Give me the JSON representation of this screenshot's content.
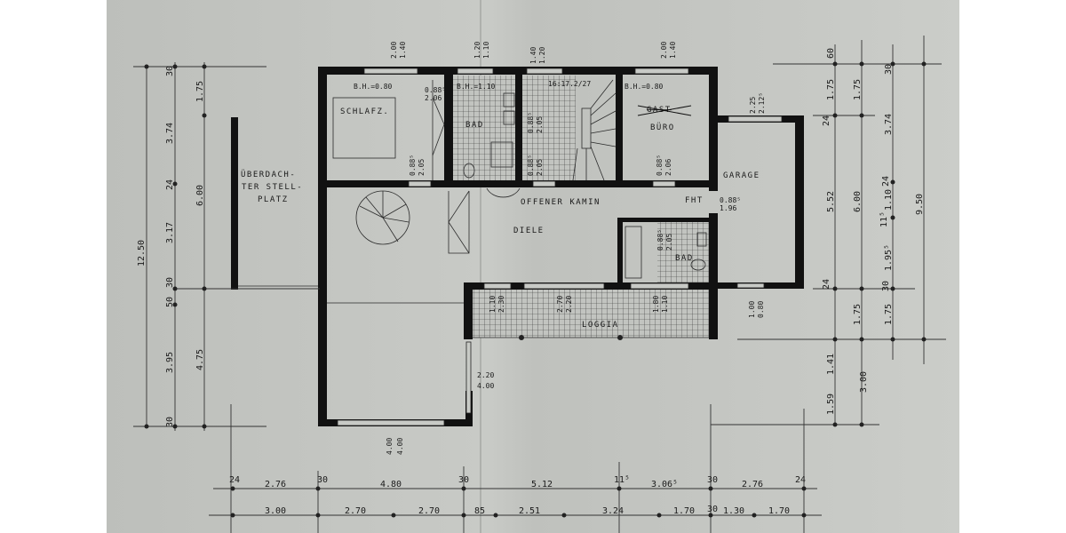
{
  "rooms": {
    "schlafz": "SCHLAFZ.",
    "bad_upper": "BAD",
    "gast_struck": "GAST",
    "buero": "BÜRO",
    "garage": "GARAGE",
    "carport": [
      "ÜBERDACH-",
      "TER STELL-",
      "PLATZ"
    ],
    "kamin": "OFFENER KAMIN",
    "diele": "DIELE",
    "fht": "FHT",
    "bad_lower": "BAD",
    "loggia": "LOGGIA"
  },
  "annotations": {
    "bh_schlafz": "B.H.=0.80",
    "bh_bad": "B.H.=1.10",
    "stair": "16:17.2/27",
    "bh_buero": "B.H.=0.80"
  },
  "opening_dims": [
    {
      "a": "2.00",
      "b": "1.40"
    },
    {
      "a": "1.20",
      "b": "1.10"
    },
    {
      "a": "1.40",
      "b": "1.20"
    },
    {
      "a": "2.00",
      "b": "1.40"
    },
    {
      "a": "2.25",
      "b": "2.12⁵"
    },
    {
      "a": "0.88⁵",
      "b": "2.06"
    },
    {
      "a": "0.88⁵",
      "b": "2.05"
    },
    {
      "a": "0.88⁵",
      "b": "2.05"
    },
    {
      "a": "0.88⁵",
      "b": "2.05"
    },
    {
      "a": "0.88⁵",
      "b": "2.06"
    },
    {
      "a": "0.88⁵",
      "b": "1.96"
    },
    {
      "a": "0.88⁵",
      "b": "2.05"
    },
    {
      "a": "1.00",
      "b": "0.80"
    },
    {
      "a": "1.10",
      "b": "2.30"
    },
    {
      "a": "2.70",
      "b": "2.20"
    },
    {
      "a": "1.80",
      "b": "1.10"
    },
    {
      "a": "2.20",
      "b": "4.00"
    },
    {
      "a": "4.00",
      "b": "4.00"
    }
  ],
  "bottom_dims": {
    "row1": [
      "24",
      "2.76",
      "30",
      "4.80",
      "30",
      "5.12",
      "11⁵",
      "3.06⁵",
      "30",
      "2.76",
      "24"
    ],
    "row2": [
      "3.00",
      "2.70",
      "2.70",
      "85",
      "2.51",
      "3.24",
      "1.70",
      "30",
      "1.30",
      "1.70"
    ]
  },
  "left_dims": {
    "outer": "12.50",
    "middle": [
      "30",
      "3.74",
      "24",
      "3.17",
      "30",
      "50",
      "3.95",
      "30"
    ],
    "inner": [
      "1.75",
      "6.00",
      "4.75"
    ]
  },
  "right_dims": {
    "col1": [
      "60",
      "1.75",
      "24",
      "5.52",
      "24",
      "1.41",
      "1.59"
    ],
    "col2": [
      "1.75",
      "6.00",
      "1.75",
      "3.00"
    ],
    "col3": [
      "30",
      "3.74",
      "24",
      "1.10",
      "11⁵",
      "1.95⁵",
      "30",
      "1.75"
    ],
    "col4": "9.50"
  },
  "colors": {
    "paper": "#c5c7c3",
    "walls": "#111111",
    "lines": "#333333"
  }
}
